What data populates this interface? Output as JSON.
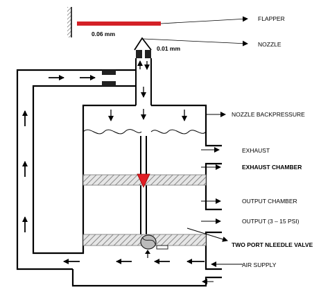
{
  "labels": {
    "flapper": "FLAPPER",
    "nozzle": "NOZZLE",
    "nozzle_backpressure": "NOZZLE BACKPRESSURE",
    "exhaust": "EXHAUST",
    "exhaust_chamber": "EXHAUST CHAMBER",
    "output_chamber": "OUTPUT CHAMBER",
    "output": "OUTPUT (3 – 15 PSI)",
    "needle_valve": "TWO PORT NLEEDLE VALVE",
    "air_supply": "AIR SUPPLY"
  },
  "dimensions": {
    "flapper_gap": "0.06 mm",
    "nozzle_orifice": "0.01 mm"
  },
  "colors": {
    "flapper": "#d42027",
    "valve_cone": "#e01d24",
    "line": "#000000",
    "diaphragm_fill": "#c8c8c8"
  }
}
